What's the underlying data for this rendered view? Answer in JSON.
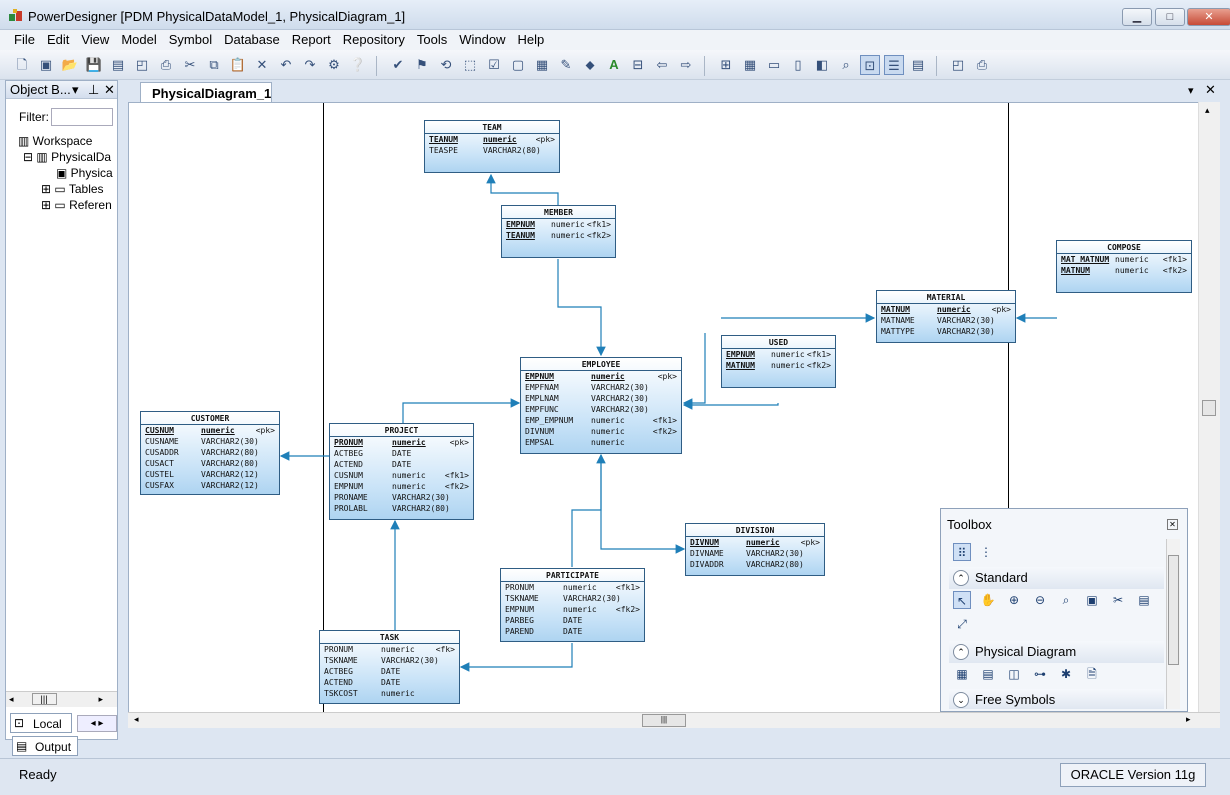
{
  "window": {
    "title": "PowerDesigner [PDM PhysicalDataModel_1, PhysicalDiagram_1]"
  },
  "menu": [
    "File",
    "Edit",
    "View",
    "Model",
    "Symbol",
    "Database",
    "Report",
    "Repository",
    "Tools",
    "Window",
    "Help"
  ],
  "object_browser": {
    "title": "Object B...",
    "filter_label": "Filter:",
    "tree": [
      {
        "label": "Workspace"
      },
      {
        "label": "PhysicalDa"
      },
      {
        "label": "Physica"
      },
      {
        "label": "Tables"
      },
      {
        "label": "Referen"
      }
    ],
    "local_tab": "Local"
  },
  "diagram_tab": "PhysicalDiagram_1",
  "tables": {
    "team": {
      "name": "TEAM",
      "cols": [
        [
          "TEANUM",
          "numeric",
          "<pk>"
        ],
        [
          "TEASPE",
          "VARCHAR2(80)",
          ""
        ]
      ]
    },
    "member": {
      "name": "MEMBER",
      "cols": [
        [
          "EMPNUM",
          "numeric",
          "<fk1>"
        ],
        [
          "TEANUM",
          "numeric",
          "<fk2>"
        ]
      ]
    },
    "compose": {
      "name": "COMPOSE",
      "cols": [
        [
          "MAT_MATNUM",
          "numeric",
          "<fk1>"
        ],
        [
          "MATNUM",
          "numeric",
          "<fk2>"
        ]
      ]
    },
    "material": {
      "name": "MATERIAL",
      "cols": [
        [
          "MATNUM",
          "numeric",
          "<pk>"
        ],
        [
          "MATNAME",
          "VARCHAR2(30)",
          ""
        ],
        [
          "MATTYPE",
          "VARCHAR2(30)",
          ""
        ]
      ]
    },
    "used": {
      "name": "USED",
      "cols": [
        [
          "EMPNUM",
          "numeric",
          "<fk1>"
        ],
        [
          "MATNUM",
          "numeric",
          "<fk2>"
        ]
      ]
    },
    "employee": {
      "name": "EMPLOYEE",
      "cols": [
        [
          "EMPNUM",
          "numeric",
          "<pk>"
        ],
        [
          "EMPFNAM",
          "VARCHAR2(30)",
          ""
        ],
        [
          "EMPLNAM",
          "VARCHAR2(30)",
          ""
        ],
        [
          "EMPFUNC",
          "VARCHAR2(30)",
          ""
        ],
        [
          "EMP_EMPNUM",
          "numeric",
          "<fk1>"
        ],
        [
          "DIVNUM",
          "numeric",
          "<fk2>"
        ],
        [
          "EMPSAL",
          "numeric",
          ""
        ]
      ]
    },
    "customer": {
      "name": "CUSTOMER",
      "cols": [
        [
          "CUSNUM",
          "numeric",
          "<pk>"
        ],
        [
          "CUSNAME",
          "VARCHAR2(30)",
          ""
        ],
        [
          "CUSADDR",
          "VARCHAR2(80)",
          ""
        ],
        [
          "CUSACT",
          "VARCHAR2(80)",
          ""
        ],
        [
          "CUSTEL",
          "VARCHAR2(12)",
          ""
        ],
        [
          "CUSFAX",
          "VARCHAR2(12)",
          ""
        ]
      ]
    },
    "project": {
      "name": "PROJECT",
      "cols": [
        [
          "PRONUM",
          "numeric",
          "<pk>"
        ],
        [
          "ACTBEG",
          "DATE",
          ""
        ],
        [
          "ACTEND",
          "DATE",
          ""
        ],
        [
          "CUSNUM",
          "numeric",
          "<fk1>"
        ],
        [
          "EMPNUM",
          "numeric",
          "<fk2>"
        ],
        [
          "PRONAME",
          "VARCHAR2(30)",
          ""
        ],
        [
          "PROLABL",
          "VARCHAR2(80)",
          ""
        ]
      ]
    },
    "division": {
      "name": "DIVISION",
      "cols": [
        [
          "DIVNUM",
          "numeric",
          "<pk>"
        ],
        [
          "DIVNAME",
          "VARCHAR2(30)",
          ""
        ],
        [
          "DIVADDR",
          "VARCHAR2(80)",
          ""
        ]
      ]
    },
    "participate": {
      "name": "PARTICIPATE",
      "cols": [
        [
          "PRONUM",
          "numeric",
          "<fk1>"
        ],
        [
          "TSKNAME",
          "VARCHAR2(30)",
          ""
        ],
        [
          "EMPNUM",
          "numeric",
          "<fk2>"
        ],
        [
          "PARBEG",
          "DATE",
          ""
        ],
        [
          "PAREND",
          "DATE",
          ""
        ]
      ]
    },
    "task": {
      "name": "TASK",
      "cols": [
        [
          "PRONUM",
          "numeric",
          "<fk>"
        ],
        [
          "TSKNAME",
          "VARCHAR2(30)",
          ""
        ],
        [
          "ACTBEG",
          "DATE",
          ""
        ],
        [
          "ACTEND",
          "DATE",
          ""
        ],
        [
          "TSKCOST",
          "numeric",
          ""
        ]
      ]
    }
  },
  "toolbox": {
    "title": "Toolbox",
    "sections": [
      "Standard",
      "Physical Diagram",
      "Free Symbols"
    ]
  },
  "bottom": {
    "output_tab": "Output"
  },
  "status": {
    "ready": "Ready",
    "db": "ORACLE Version 11g"
  }
}
